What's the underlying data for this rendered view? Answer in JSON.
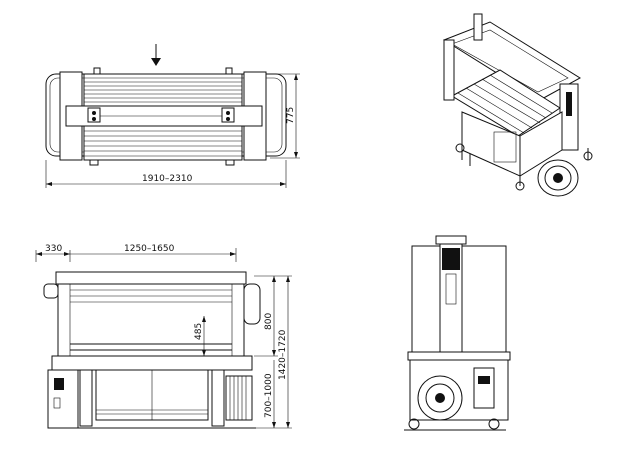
{
  "top_view": {
    "width_dim": "1910–2310",
    "depth_dim": "775"
  },
  "front_view": {
    "left_offset_dim": "330",
    "span_dim": "1250–1650",
    "inner_height_dim": "485",
    "upper_height_dim": "800",
    "total_height_dim": "1420–1720",
    "table_height_dim": "700–1000"
  },
  "icons": {
    "feed_arrow": "arrow-down-icon"
  }
}
